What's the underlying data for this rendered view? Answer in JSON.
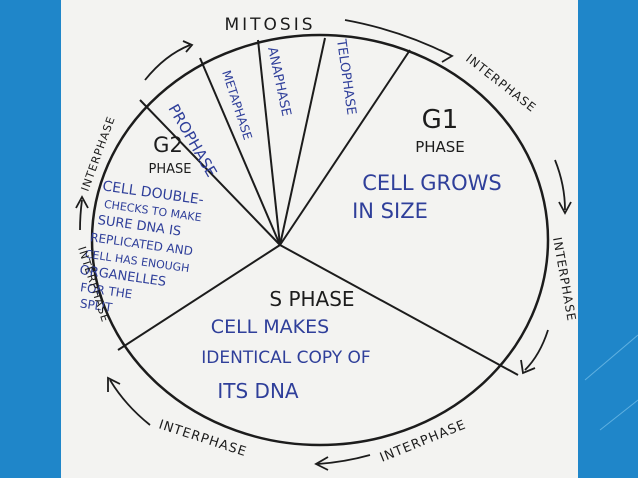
{
  "diagram": {
    "title": "MITOSIS",
    "mitosis_phases": [
      "PROPHASE",
      "METAPHASE",
      "ANAPHASE",
      "TELOPHASE"
    ],
    "g1": {
      "title": "G1",
      "subtitle": "PHASE",
      "lines": [
        "CELL GROWS",
        "IN SIZE"
      ]
    },
    "s": {
      "title": "S PHASE",
      "lines": [
        "CELL MAKES",
        "IDENTICAL COPY OF",
        "ITS DNA"
      ]
    },
    "g2": {
      "title": "G2",
      "subtitle": "PHASE",
      "lines": [
        "CELL DOUBLE-",
        "CHECKS TO MAKE",
        "SURE DNA IS",
        "REPLICATED AND",
        "CELL HAS ENOUGH",
        "ORGANELLES",
        "FOR THE",
        "SPLIT"
      ]
    },
    "interphase_labels": [
      "INTERPHASE",
      "INTERPHASE",
      "INTERPHASE",
      "INTERPHASE",
      "INTERPHASE",
      "INTERPHASE"
    ],
    "colors": {
      "marker_black": "#1c1c1c",
      "marker_blue": "#2f3f9a",
      "board": "#f3f3f1",
      "background": "#1f86c9"
    }
  }
}
